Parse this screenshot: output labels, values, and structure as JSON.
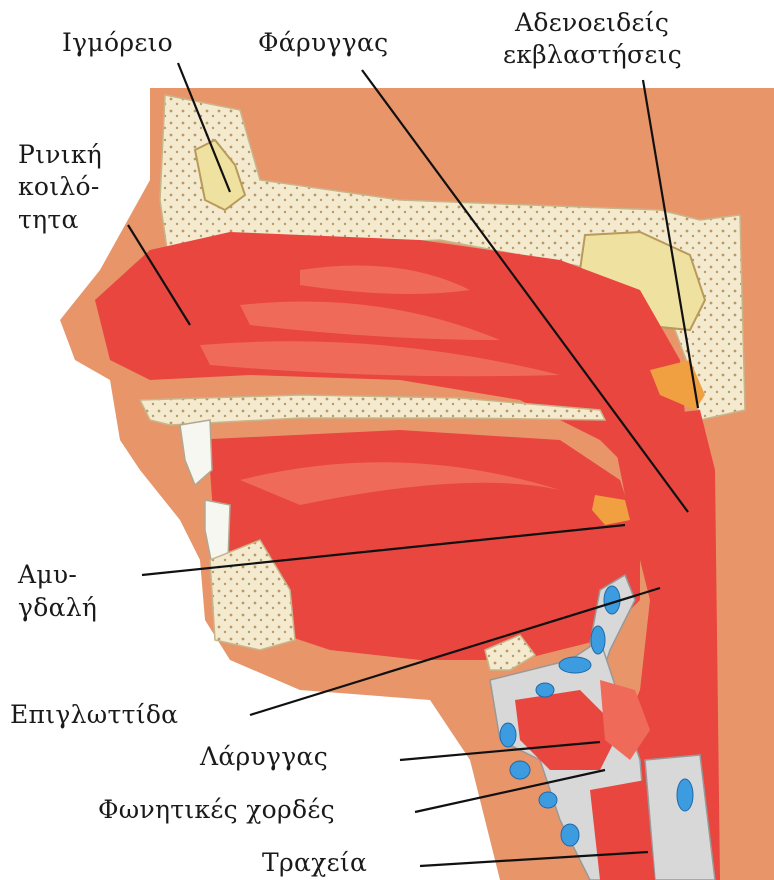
{
  "labels": {
    "maxillary_sinus": "Ιγμόρειο",
    "pharynx": "Φάρυγγας",
    "adenoids_line1": "Αδενοειδείς",
    "adenoids_line2": "εκβλαστήσεις",
    "nasal_cavity_line1": "Ρινική",
    "nasal_cavity_line2": "κοιλό-",
    "nasal_cavity_line3": "τητα",
    "tonsil_line1": "Αμυ-",
    "tonsil_line2": "γδαλή",
    "epiglottis": "Επιγλωττίδα",
    "larynx": "Λάρυγγας",
    "vocal_cords": "Φωνητικές χορδές",
    "trachea": "Τραχεία"
  },
  "colors": {
    "skin": "#e8956a",
    "tissue": "#e8463f",
    "tissue_light": "#f06a5a",
    "bone": "#f3ead0",
    "bone_dot": "#b99a62",
    "sinus_fill": "#efe2a0",
    "cartilage": "#d8d8d8",
    "cartilage_blue": "#3d9be0",
    "adenoid": "#f0a040",
    "line": "#111111"
  }
}
